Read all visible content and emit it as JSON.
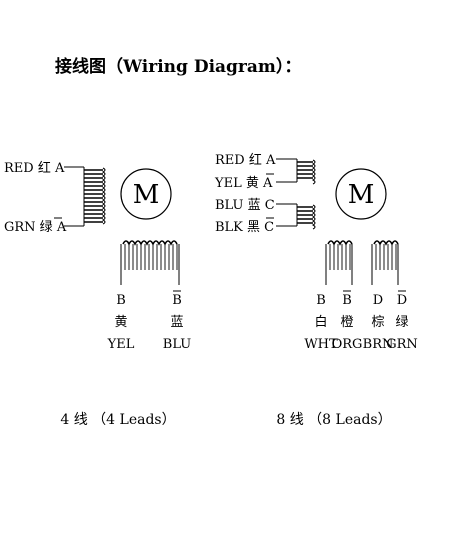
{
  "title": "接线图（Wiring Diagram）：",
  "motor_letter": "M",
  "four_lead": {
    "caption": "4 线 （4 Leads）",
    "left_labels": [
      "RED 红 A",
      "GRN 绿 A"
    ],
    "bottom": [
      {
        "letter": "B",
        "cn": "黄",
        "en": "YEL"
      },
      {
        "letter": "B",
        "cn": "蓝",
        "en": "BLU"
      }
    ]
  },
  "eight_lead": {
    "caption": "8 线 （8 Leads）",
    "left_labels": [
      "RED 红 A",
      "YEL 黄 A",
      "BLU 蓝 C",
      "BLK 黑 C"
    ],
    "bottom": [
      {
        "letter": "B",
        "cn": "白",
        "en": "WHT"
      },
      {
        "letter": "B",
        "cn": "橙",
        "en": "ORG"
      },
      {
        "letter": "D",
        "cn": "棕",
        "en": "BRN"
      },
      {
        "letter": "D",
        "cn": "绿",
        "en": "GRN"
      }
    ]
  }
}
